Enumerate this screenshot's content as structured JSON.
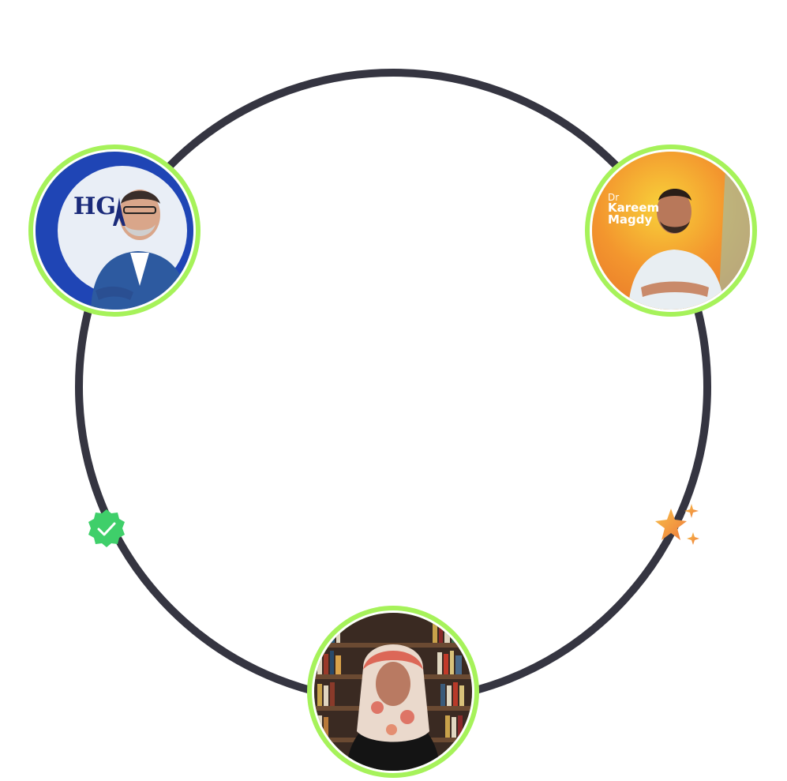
{
  "avatars": [
    {
      "id": "hg",
      "logo_text": "HG",
      "colors": {
        "ring": "#a6f25a",
        "bg": "#1f45b5"
      }
    },
    {
      "id": "kareem",
      "title": "Dr",
      "name_line1": "Kareem",
      "name_line2": "Magdy",
      "colors": {
        "ring": "#a6f25a",
        "bg": "#f3962e"
      }
    },
    {
      "id": "library",
      "colors": {
        "ring": "#a6f25a",
        "bg": "#3a2a22"
      }
    }
  ],
  "decorations": {
    "verified_badge": {
      "icon": "verified-check-icon",
      "color": "#3fcf6a"
    },
    "sparkle": {
      "icon": "sparkle-stars-icon",
      "color": "#f5a03a"
    }
  },
  "ring_color": "#353541"
}
